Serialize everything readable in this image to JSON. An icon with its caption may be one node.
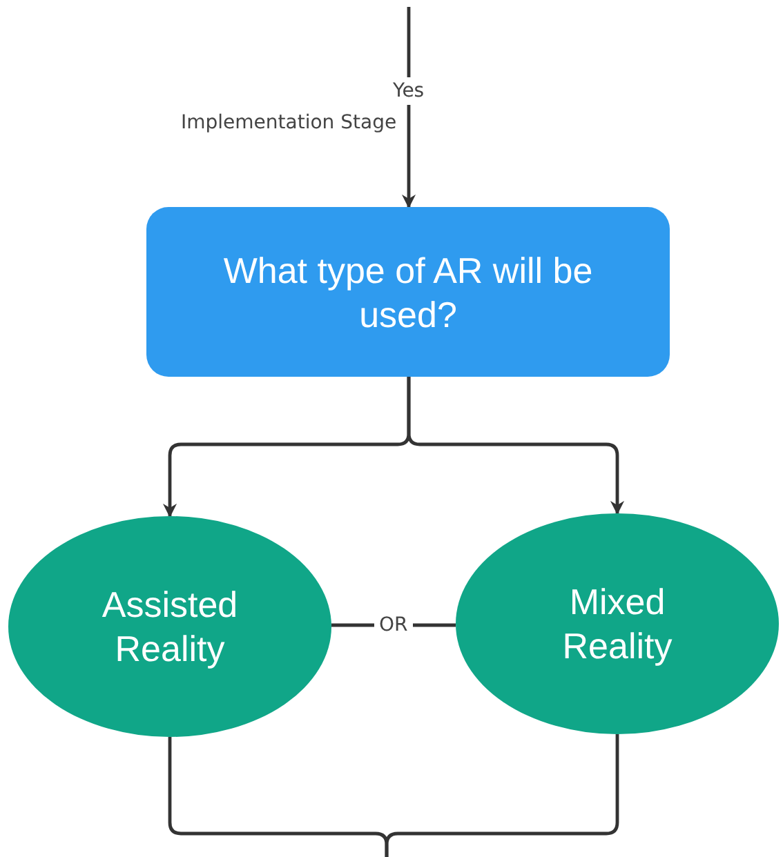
{
  "diagram": {
    "nodes": [
      {
        "text": [
          "What type of AR will be used?"
        ]
      },
      {
        "text": [
          "Assisted Reality"
        ]
      },
      {
        "text": [
          "Mixed Reality"
        ]
      }
    ],
    "edges": [
      {
        "from": null,
        "to": 0,
        "arrow": "to",
        "label": "Yes"
      },
      {
        "from": 0,
        "to": 1,
        "arrow": "to"
      },
      {
        "from": 0,
        "to": 2,
        "arrow": "to"
      },
      {
        "from": 1,
        "to": 2,
        "arrow": "none",
        "label": "OR"
      },
      {
        "from": 1,
        "to": null,
        "arrow": "none"
      },
      {
        "from": 2,
        "to": null,
        "arrow": "none"
      }
    ],
    "labels": [
      "Implementation Stage"
    ]
  }
}
